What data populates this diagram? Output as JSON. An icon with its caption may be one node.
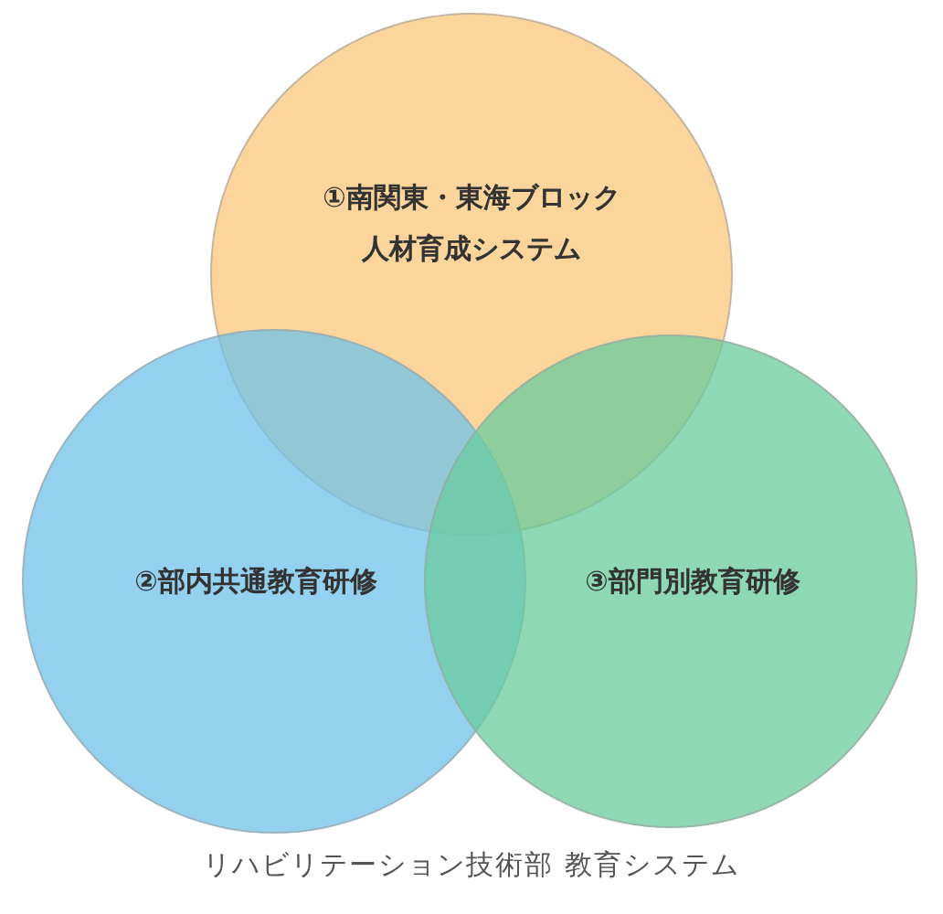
{
  "diagram": {
    "caption": "リハビリテーション技術部 教育システム",
    "nodes": [
      {
        "text": [
          "①南関東・東海ブロック人材育成システム"
        ]
      },
      {
        "text": [
          "②部内共通教育研修"
        ]
      },
      {
        "text": [
          "③部門別教育研修"
        ]
      }
    ],
    "edges": []
  }
}
